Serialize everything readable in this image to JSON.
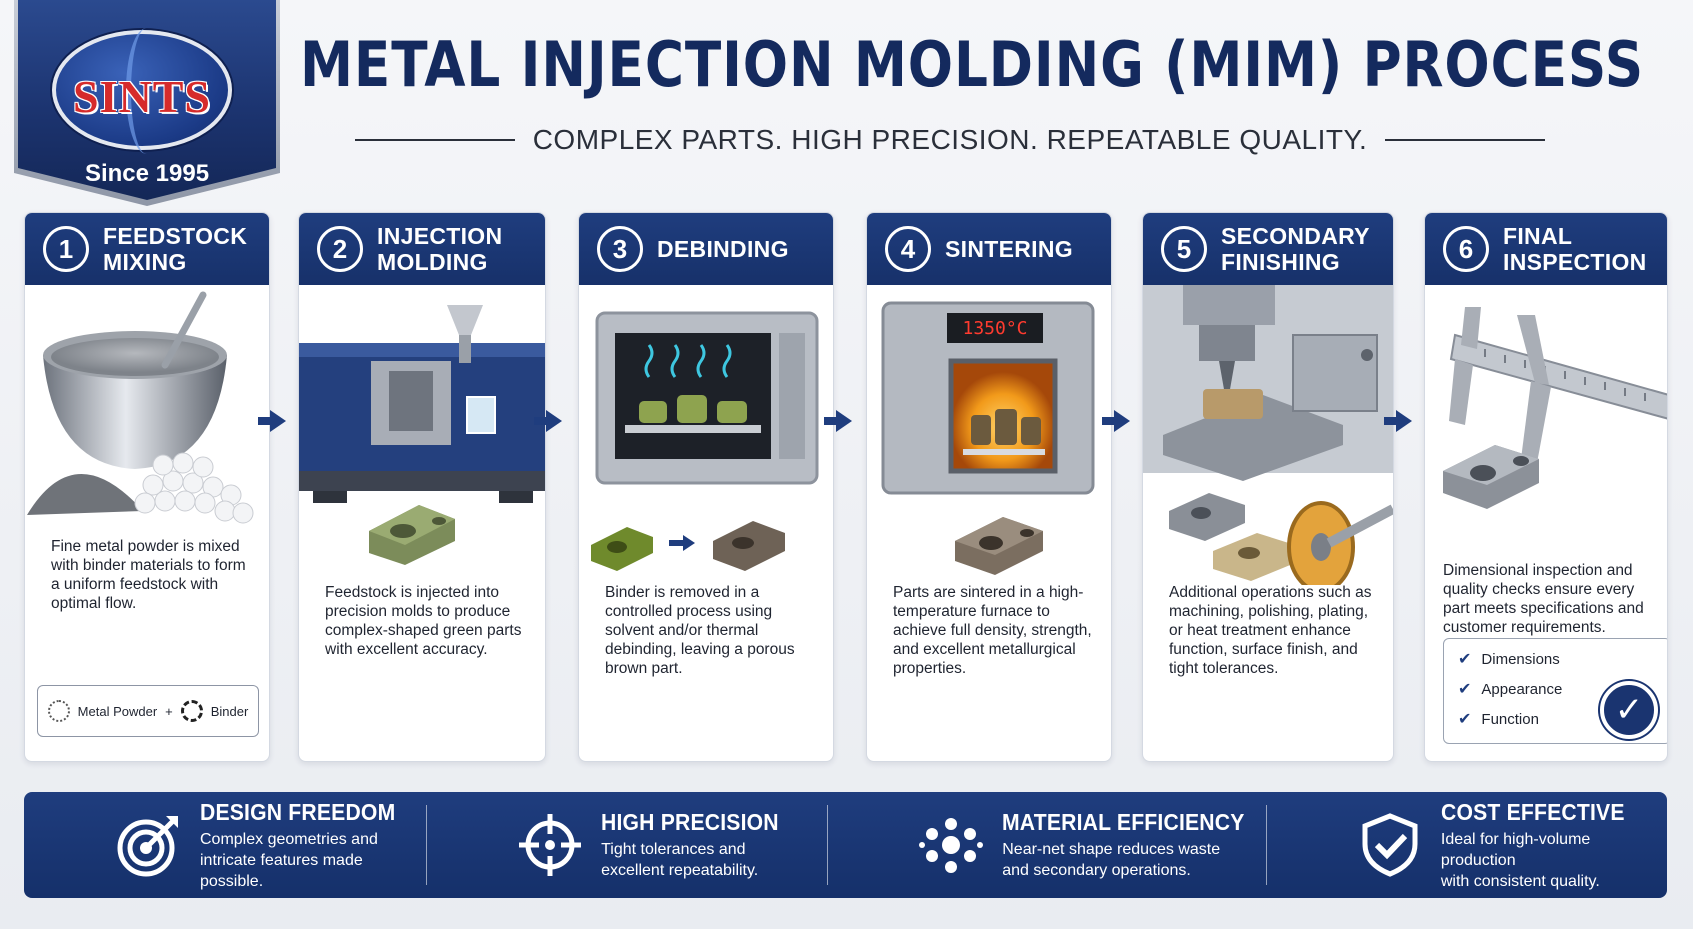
{
  "logo": {
    "name": "SINTS",
    "since": "Since 1995"
  },
  "header": {
    "title": "METAL INJECTION MOLDING (MIM) PROCESS",
    "subtitle": "COMPLEX PARTS.  HIGH PRECISION.  REPEATABLE QUALITY."
  },
  "steps": [
    {
      "num": "1",
      "title": "FEEDSTOCK\nMIXING",
      "desc": "Fine metal powder is mixed with binder materials to form a uniform feedstock with optimal flow."
    },
    {
      "num": "2",
      "title": "INJECTION\nMOLDING",
      "desc": "Feedstock is injected into precision molds to produce complex-shaped green parts with excellent accuracy."
    },
    {
      "num": "3",
      "title": "DEBINDING",
      "desc": "Binder is removed in a controlled process using solvent and/or thermal debinding, leaving a porous brown part."
    },
    {
      "num": "4",
      "title": "SINTERING",
      "desc": "Parts are sintered in a high-temperature furnace to achieve full density, strength, and excellent metallurgical properties."
    },
    {
      "num": "5",
      "title": "SECONDARY\nFINISHING",
      "desc": "Additional operations such as machining, polishing, plating, or heat treatment enhance function, surface finish, and tight tolerances."
    },
    {
      "num": "6",
      "title": "FINAL\nINSPECTION",
      "desc": "Dimensional inspection and quality checks ensure every part meets specifications and customer requirements."
    }
  ],
  "mix_legend": {
    "powder": "Metal Powder",
    "plus": "+",
    "binder": "Binder"
  },
  "furnace_display": "1350°C",
  "checklist": [
    "Dimensions",
    "Appearance",
    "Function"
  ],
  "benefits": [
    {
      "title": "DESIGN FREEDOM",
      "text": "Complex geometries and\nintricate features made possible.",
      "icon": "target-icon"
    },
    {
      "title": "HIGH PRECISION",
      "text": "Tight tolerances and\nexcellent repeatability.",
      "icon": "crosshair-icon"
    },
    {
      "title": "MATERIAL EFFICIENCY",
      "text": "Near-net shape reduces waste\nand secondary operations.",
      "icon": "dots-cluster-icon"
    },
    {
      "title": "COST EFFECTIVE",
      "text": "Ideal for high-volume production\nwith consistent quality.",
      "icon": "shield-check-icon"
    }
  ],
  "colors": {
    "navy": "#1f3d7e",
    "logo_red": "#d62b2b",
    "furnace_glow": "#f29a1a"
  }
}
